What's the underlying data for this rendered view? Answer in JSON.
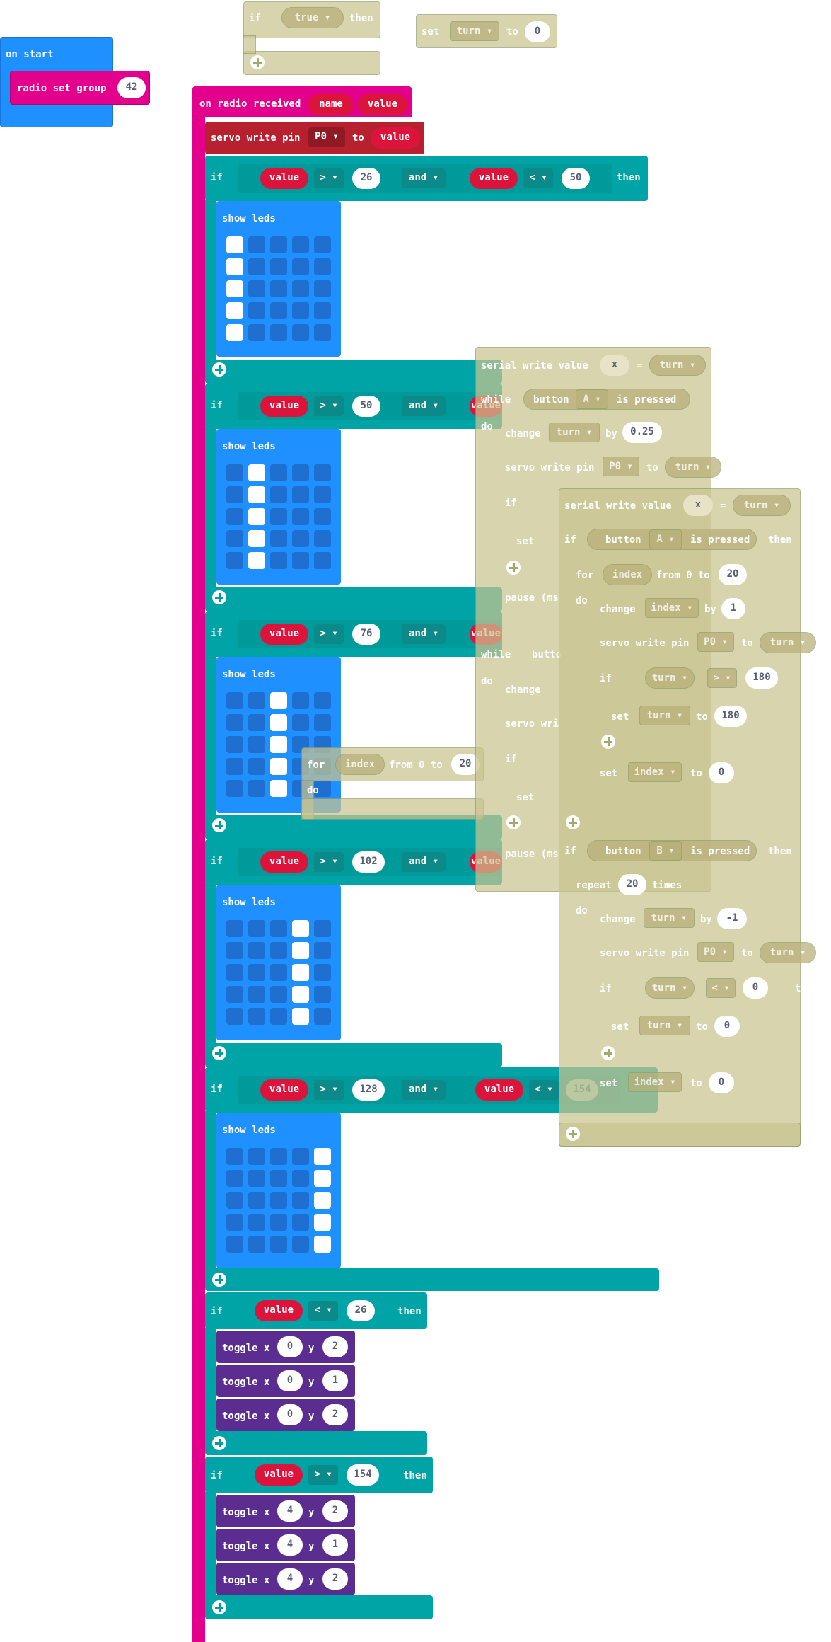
{
  "colors": {
    "radio": "#e3008c",
    "logic": "#00a4a6",
    "basic": "#1e90ff",
    "led": "#5c2d91",
    "servo": "#b7202e",
    "variable": "#dc143c",
    "disabled": "#c9c48f"
  },
  "top_if": {
    "if": "if",
    "cond": "true",
    "then": "then"
  },
  "top_set": {
    "set": "set",
    "var": "turn",
    "to": "to",
    "val": "0"
  },
  "on_start": {
    "title": "on start",
    "radio_set_group": "radio set group",
    "group": "42"
  },
  "on_radio": {
    "title": "on radio received",
    "param1": "name",
    "param2": "value",
    "servo": {
      "label": "servo write pin",
      "pin": "P0",
      "to": "to",
      "val": "value"
    },
    "if_blocks": [
      {
        "if": "if",
        "var1": "value",
        "op1": ">",
        "n1": "26",
        "and": "and",
        "var2": "value",
        "op2": "<",
        "n2": "50",
        "then": "then",
        "show": "show leds"
      },
      {
        "if": "if",
        "var1": "value",
        "op1": ">",
        "n1": "50",
        "and": "and",
        "var2": "value",
        "show": "show leds"
      },
      {
        "if": "if",
        "var1": "value",
        "op1": ">",
        "n1": "76",
        "and": "and",
        "var2": "value",
        "show": "show leds"
      },
      {
        "if": "if",
        "var1": "value",
        "op1": ">",
        "n1": "102",
        "and": "and",
        "var2": "value",
        "show": "show leds"
      },
      {
        "if": "if",
        "var1": "value",
        "op1": ">",
        "n1": "128",
        "and": "and",
        "var2": "value",
        "op2": "<",
        "n2": "154",
        "show": "show leds"
      }
    ],
    "if_low": {
      "if": "if",
      "var": "value",
      "op": "<",
      "n": "26",
      "then": "then",
      "toggles": [
        {
          "t": "toggle x",
          "x": "0",
          "y_lbl": "y",
          "y": "2"
        },
        {
          "t": "toggle x",
          "x": "0",
          "y_lbl": "y",
          "y": "1"
        },
        {
          "t": "toggle x",
          "x": "0",
          "y_lbl": "y",
          "y": "2"
        }
      ]
    },
    "if_high": {
      "if": "if",
      "var": "value",
      "op": ">",
      "n": "154",
      "then": "then",
      "toggles": [
        {
          "t": "toggle x",
          "x": "4",
          "y_lbl": "y",
          "y": "2"
        },
        {
          "t": "toggle x",
          "x": "4",
          "y_lbl": "y",
          "y": "1"
        },
        {
          "t": "toggle x",
          "x": "4",
          "y_lbl": "y",
          "y": "2"
        }
      ]
    }
  },
  "ghost_for": {
    "for": "for",
    "var": "index",
    "from": "from 0 to",
    "n": "20",
    "do": "do"
  },
  "ghost_a": {
    "serial": "serial write value",
    "key": "x",
    "eq": "=",
    "var": "turn",
    "while": "while",
    "button": "button",
    "btn": "A",
    "pressed": "is pressed",
    "do": "do",
    "change": "change",
    "by": "by",
    "amount": "0.25",
    "servo": "servo write pin",
    "pin": "P0",
    "to": "to",
    "if": "if",
    "set": "set",
    "pause": "pause (ms",
    "while2": "while",
    "button2": "butto",
    "change2": "change",
    "servo2": "servo wri",
    "if2": "if",
    "set2": "set",
    "pause2": "pause (ms"
  },
  "ghost_b": {
    "serial": "serial write value",
    "key": "x",
    "eq": "=",
    "var": "turn",
    "if1": "if",
    "button": "button",
    "btnA": "A",
    "pressed": "is pressed",
    "then": "then",
    "for": "for",
    "index": "index",
    "from": "from 0 to",
    "n20": "20",
    "do": "do",
    "change": "change",
    "by": "by",
    "one": "1",
    "servo": "servo write pin",
    "pin": "P0",
    "to": "to",
    "turn": "turn",
    "if": "if",
    "gt": ">",
    "n180": "180",
    "set": "set",
    "zero": "0",
    "btnB": "B",
    "repeat": "repeat",
    "times": "times",
    "minus1": "-1",
    "lt": "<"
  }
}
